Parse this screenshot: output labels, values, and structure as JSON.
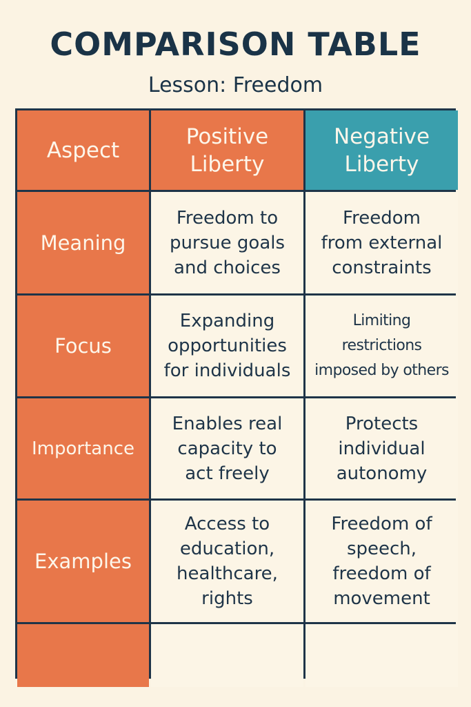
{
  "header": {
    "title": "COMPARISON TABLE",
    "subtitle": "Lesson: Freedom"
  },
  "colors": {
    "accent_orange": "#e8774a",
    "accent_teal": "#3a9fad",
    "background": "#fbf3e3",
    "ink": "#1e3448"
  },
  "table": {
    "columns": [
      "Aspect",
      "Positive\nLiberty",
      "Negative\nLiberty"
    ],
    "rows": [
      {
        "aspect": "Meaning",
        "positive": "Freedom to\npursue goals\nand choices",
        "negative": "Freedom\nfrom external\nconstraints"
      },
      {
        "aspect": "Focus",
        "positive": "Expanding\nopportunities\nfor individuals",
        "negative": "Limiting\nrestrictions\nimposed by others"
      },
      {
        "aspect": "Importance",
        "positive": "Enables real\ncapacity to\nact freely",
        "negative": "Protects\nindividual\nautonomy"
      },
      {
        "aspect": "Examples",
        "positive": "Access to\neducation,\nhealthcare,\nrights",
        "negative": "Freedom of\nspeech,\nfreedom of\nmovement"
      },
      {
        "aspect": "",
        "positive": "",
        "negative": ""
      }
    ]
  }
}
